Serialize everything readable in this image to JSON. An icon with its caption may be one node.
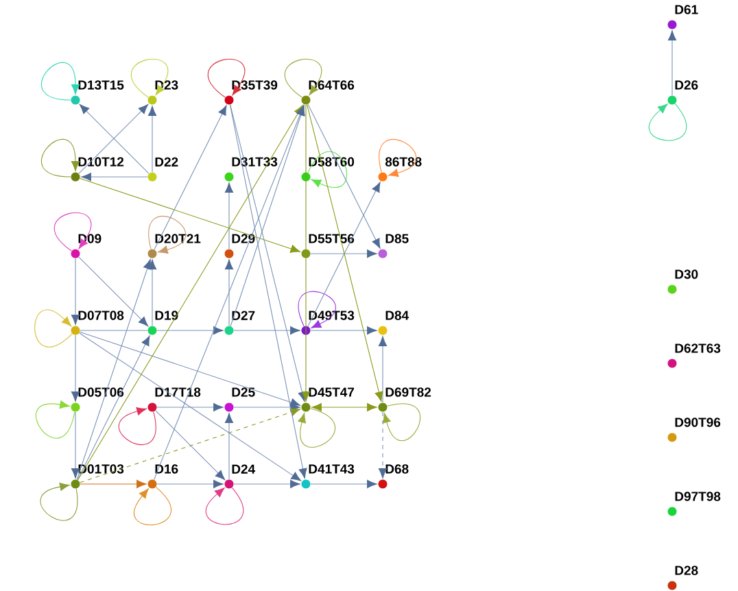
{
  "diagram": {
    "nodes": [
      {
        "text": [
          "D13T15"
        ]
      },
      {
        "text": [
          "D23"
        ]
      },
      {
        "text": [
          "D35T39"
        ]
      },
      {
        "text": [
          "D64T66"
        ]
      },
      {
        "text": [
          "D10T12"
        ]
      },
      {
        "text": [
          "D22"
        ]
      },
      {
        "text": [
          "D31T33"
        ]
      },
      {
        "text": [
          "D58T60"
        ]
      },
      {
        "text": [
          "86T88"
        ]
      },
      {
        "text": [
          "D09"
        ]
      },
      {
        "text": [
          "D20T21"
        ]
      },
      {
        "text": [
          "D29"
        ]
      },
      {
        "text": [
          "D55T56"
        ]
      },
      {
        "text": [
          "D85"
        ]
      },
      {
        "text": [
          "D07T08"
        ]
      },
      {
        "text": [
          "D19"
        ]
      },
      {
        "text": [
          "D27"
        ]
      },
      {
        "text": [
          "D49T53"
        ]
      },
      {
        "text": [
          "D84"
        ]
      },
      {
        "text": [
          "D05T06"
        ]
      },
      {
        "text": [
          "D17T18"
        ]
      },
      {
        "text": [
          "D25"
        ]
      },
      {
        "text": [
          "D45T47"
        ]
      },
      {
        "text": [
          "D69T82"
        ]
      },
      {
        "text": [
          "D01T03"
        ]
      },
      {
        "text": [
          "D16"
        ]
      },
      {
        "text": [
          "D24"
        ]
      },
      {
        "text": [
          "D41T43"
        ]
      },
      {
        "text": [
          "D68"
        ]
      },
      {
        "text": [
          "D61"
        ]
      },
      {
        "text": [
          "D26"
        ]
      },
      {
        "text": [
          "D30"
        ]
      },
      {
        "text": [
          "D62T63"
        ]
      },
      {
        "text": [
          "D90T96"
        ]
      },
      {
        "text": [
          "D97T98"
        ]
      },
      {
        "text": [
          "D28"
        ]
      }
    ],
    "edges": [
      {
        "from": 0,
        "to": 0,
        "arrow": "to",
        "color": "#2ed6b4"
      },
      {
        "from": 1,
        "to": 1,
        "arrow": "to",
        "color": "#c2cf3a"
      },
      {
        "from": 2,
        "to": 2,
        "arrow": "to",
        "color": "#d8303a"
      },
      {
        "from": 3,
        "to": 3,
        "arrow": "to",
        "color": "#9aa63a"
      },
      {
        "from": 4,
        "to": 4,
        "arrow": "to",
        "color": "#8a9a2a"
      },
      {
        "from": 7,
        "to": 7,
        "arrow": "to",
        "color": "#5fe04a"
      },
      {
        "from": 8,
        "to": 8,
        "arrow": "to",
        "color": "#ff8a3a"
      },
      {
        "from": 9,
        "to": 9,
        "arrow": "to",
        "color": "#e040c0"
      },
      {
        "from": 10,
        "to": 10,
        "arrow": "to",
        "color": "#c89a6a"
      },
      {
        "from": 14,
        "to": 14,
        "arrow": "to",
        "color": "#d8bc30"
      },
      {
        "from": 17,
        "to": 17,
        "arrow": "to",
        "color": "#9a3ae0"
      },
      {
        "from": 19,
        "to": 19,
        "arrow": "to",
        "color": "#8ad83a"
      },
      {
        "from": 20,
        "to": 20,
        "arrow": "to",
        "color": "#e0305a"
      },
      {
        "from": 22,
        "to": 22,
        "arrow": "to",
        "color": "#9aaa3a"
      },
      {
        "from": 23,
        "to": 23,
        "arrow": "to",
        "color": "#9aaa3a"
      },
      {
        "from": 24,
        "to": 24,
        "arrow": "to",
        "color": "#8aa03a"
      },
      {
        "from": 25,
        "to": 25,
        "arrow": "to",
        "color": "#e0902a"
      },
      {
        "from": 26,
        "to": 26,
        "arrow": "to",
        "color": "#e03a8a"
      },
      {
        "from": 30,
        "to": 30,
        "arrow": "to",
        "color": "#3ad88a"
      },
      {
        "from": 30,
        "to": 29,
        "arrow": "to"
      },
      {
        "from": 5,
        "to": 4,
        "arrow": "to"
      },
      {
        "from": 5,
        "to": 1,
        "arrow": "to"
      },
      {
        "from": 4,
        "to": 1,
        "arrow": "to"
      },
      {
        "from": 5,
        "to": 0,
        "arrow": "to"
      },
      {
        "from": 11,
        "to": 6,
        "arrow": "to"
      },
      {
        "from": 17,
        "to": 8,
        "arrow": "to"
      },
      {
        "from": 4,
        "to": 12,
        "arrow": "to",
        "color": "#8a9a1a"
      },
      {
        "from": 12,
        "to": 13,
        "arrow": "to"
      },
      {
        "from": 3,
        "to": 13,
        "arrow": "to"
      },
      {
        "from": 9,
        "to": 14,
        "arrow": "to"
      },
      {
        "from": 14,
        "to": 19,
        "arrow": "to"
      },
      {
        "from": 19,
        "to": 24,
        "arrow": "to"
      },
      {
        "from": 14,
        "to": 15,
        "arrow": "none"
      },
      {
        "from": 15,
        "to": 16,
        "arrow": "to"
      },
      {
        "from": 16,
        "to": 17,
        "arrow": "to"
      },
      {
        "from": 17,
        "to": 18,
        "arrow": "to"
      },
      {
        "from": 23,
        "to": 18,
        "arrow": "to"
      },
      {
        "from": 22,
        "to": 23,
        "arrow": "both",
        "color": "#8a9a1a"
      },
      {
        "from": 20,
        "to": 21,
        "arrow": "to"
      },
      {
        "from": 21,
        "to": 22,
        "arrow": "to"
      },
      {
        "from": 26,
        "to": 21,
        "arrow": "to"
      },
      {
        "from": 24,
        "to": 25,
        "arrow": "to",
        "color": "#d0701a"
      },
      {
        "from": 25,
        "to": 26,
        "arrow": "to"
      },
      {
        "from": 26,
        "to": 27,
        "arrow": "to"
      },
      {
        "from": 27,
        "to": 28,
        "arrow": "to"
      },
      {
        "from": 23,
        "to": 28,
        "arrow": "to",
        "style": "dashed"
      },
      {
        "from": 24,
        "to": 22,
        "arrow": "to",
        "color": "#8a9a1a",
        "style": "dashed"
      },
      {
        "from": 2,
        "to": 22,
        "arrow": "to"
      },
      {
        "from": 2,
        "to": 27,
        "arrow": "to"
      },
      {
        "from": 3,
        "to": 23,
        "arrow": "to",
        "color": "#8a9a1a"
      },
      {
        "from": 3,
        "to": 22,
        "arrow": "to",
        "color": "#8a9a1a"
      },
      {
        "from": 24,
        "to": 10,
        "arrow": "to"
      },
      {
        "from": 15,
        "to": 10,
        "arrow": "to"
      },
      {
        "from": 16,
        "to": 11,
        "arrow": "to"
      },
      {
        "from": 24,
        "to": 15,
        "arrow": "to"
      },
      {
        "from": 20,
        "to": 26,
        "arrow": "to"
      },
      {
        "from": 14,
        "to": 27,
        "arrow": "to"
      },
      {
        "from": 14,
        "to": 22,
        "arrow": "to"
      },
      {
        "from": 10,
        "to": 2,
        "arrow": "to"
      },
      {
        "from": 24,
        "to": 3,
        "arrow": "to",
        "color": "#8a9a1a"
      },
      {
        "from": 16,
        "to": 3,
        "arrow": "to"
      },
      {
        "from": 25,
        "to": 3,
        "arrow": "to"
      },
      {
        "from": 9,
        "to": 15,
        "arrow": "to"
      }
    ]
  }
}
